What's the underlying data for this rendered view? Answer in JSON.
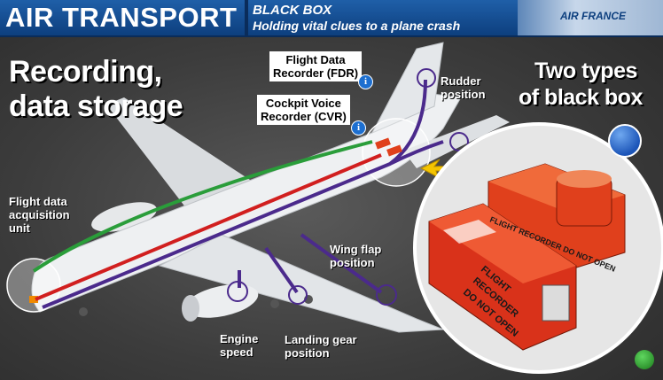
{
  "header": {
    "title": "AIR TRANSPORT",
    "subtitle": "BLACK BOX",
    "tagline": "Holding vital clues to a plane crash",
    "photo_text": "AIR FRANCE"
  },
  "headline": {
    "line1": "Recording,",
    "line2": "data storage"
  },
  "types": {
    "line1": "Two types",
    "line2": "of black box"
  },
  "callouts": {
    "fdr_line1": "Flight Data",
    "fdr_line2": "Recorder (FDR)",
    "cvr_line1": "Cockpit Voice",
    "cvr_line2": "Recorder (CVR)",
    "info_glyph": "i"
  },
  "labels": {
    "fdau_line1": "Flight data",
    "fdau_line2": "acquisition",
    "fdau_line3": "unit",
    "rudder_line1": "Rudder",
    "rudder_line2": "position",
    "wingflap_line1": "Wing flap",
    "wingflap_line2": "position",
    "engine_line1": "Engine",
    "engine_line2": "speed",
    "gear_line1": "Landing gear",
    "gear_line2": "position"
  },
  "recorder_text": {
    "top_box": "FLIGHT RECORDER DO NOT OPEN",
    "bottom_line1": "FLIGHT",
    "bottom_line2": "RECORDER",
    "bottom_line3": "DO NOT OPEN"
  },
  "colors": {
    "header_blue": "#1f5fa8",
    "plane_white": "#eef0f2",
    "wire_green": "#2a9d3a",
    "wire_red": "#d11f1f",
    "wire_purple": "#4b2a8c",
    "recorder_orange": "#e0401c",
    "arrow_yellow": "#f4c400"
  }
}
